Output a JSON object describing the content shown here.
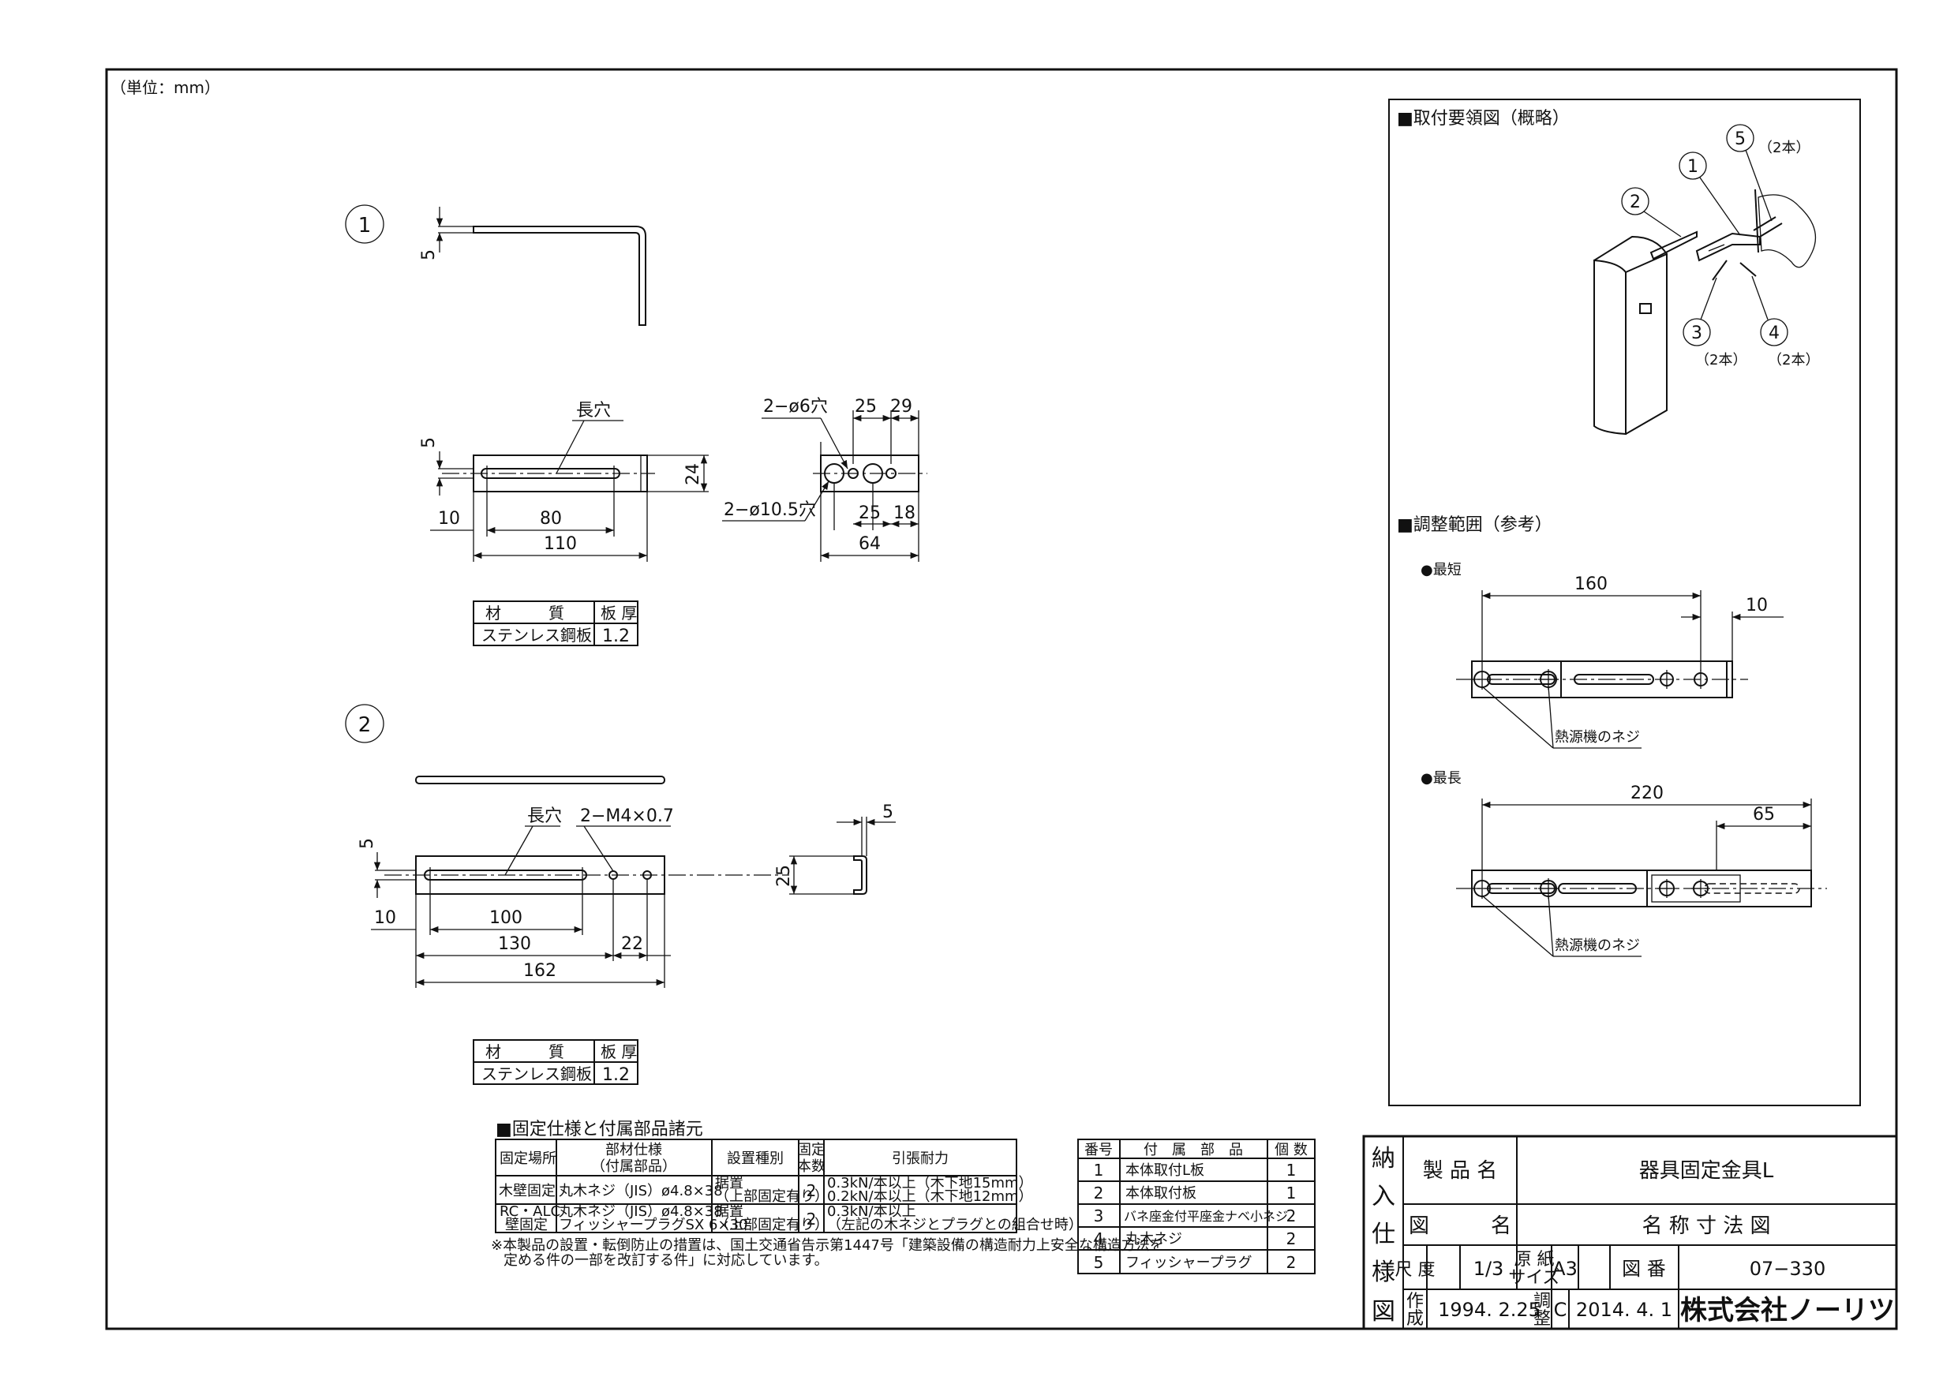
{
  "unit_note": "（単位：mm）",
  "part1": {
    "number": "1",
    "dims": {
      "top_thickness": "5",
      "side_thickness": "5",
      "slot_label": "長穴",
      "height": "24",
      "offset": "10",
      "slot_length": "80",
      "length": "110",
      "hole_small": "2−ø6穴",
      "hole_large": "2−ø10.5穴",
      "pitch1_top": "25",
      "pitch2_top": "29",
      "pitch1_bottom": "25",
      "pitch2_bottom": "18",
      "width": "64"
    },
    "material_table": {
      "h_material": "材　　　質",
      "h_thickness": "板 厚",
      "material": "ステンレス鋼板",
      "thickness": "1.2"
    }
  },
  "part2": {
    "number": "2",
    "dims": {
      "slot_label": "長穴",
      "thread": "2−M4×0.7",
      "side_thickness": "5",
      "flange": "5",
      "height": "25",
      "offset": "10",
      "slot_length": "100",
      "hole_dist": "130",
      "hole_pitch": "22",
      "length": "162"
    },
    "material_table": {
      "h_material": "材　　　質",
      "h_thickness": "板 厚",
      "material": "ステンレス鋼板",
      "thickness": "1.2"
    }
  },
  "fixing_spec": {
    "title": "■固定仕様と付属部品諸元",
    "headers": [
      "固定場所",
      "部材仕様",
      "（付属部品）",
      "設置種別",
      "固定",
      "本数",
      "引張耐力"
    ],
    "rows": [
      {
        "place": "木壁固定",
        "part1": "丸木ネジ（JIS）ø4.8×38",
        "part2": "",
        "type1": "据置",
        "type2": "（上部固定有り）",
        "count": "2",
        "load1": "0.3kN/本以上（木下地15mm）",
        "load2": "0.2kN/本以上（木下地12mm）"
      },
      {
        "place": "RC・ALC",
        "place2": "壁固定",
        "part1": "丸木ネジ（JIS）ø4.8×38",
        "part2": "フィッシャープラグSX 6×30",
        "type1": "据置",
        "type2": "（上部固定有り）",
        "count": "2",
        "load1": "0.3kN/本以上",
        "load2": "（左記の木ネジとプラグとの組合せ時）"
      }
    ],
    "note1": "※本製品の設置・転倒防止の措置は、国土交通省告示第1447号「建築設備の構造耐力上安全な構造方法を",
    "note2": "定める件の一部を改訂する件」に対応しています。"
  },
  "parts_list": {
    "headers": [
      "番号",
      "付　属　部　品",
      "個 数"
    ],
    "rows": [
      {
        "no": "1",
        "name": "本体取付L板",
        "qty": "1"
      },
      {
        "no": "2",
        "name": "本体取付板",
        "qty": "1"
      },
      {
        "no": "3",
        "name": "バネ座金付平座金ナベ小ネジ",
        "qty": "2"
      },
      {
        "no": "4",
        "name": "丸木ネジ",
        "qty": "2"
      },
      {
        "no": "5",
        "name": "フィッシャープラグ",
        "qty": "2"
      }
    ]
  },
  "install": {
    "title": "■取付要領図（概略）",
    "callouts": [
      "1",
      "2",
      "3",
      "4",
      "5"
    ],
    "qty_5": "（2本）",
    "qty_3": "（2本）",
    "qty_4": "（2本）"
  },
  "adjust": {
    "title": "■調整範囲（参考）",
    "shortest": {
      "label": "●最短",
      "total": "160",
      "offset": "10",
      "screw": "熱源機のネジ"
    },
    "longest": {
      "label": "●最長",
      "total": "220",
      "offset": "65",
      "screw": "熱源機のネジ"
    }
  },
  "title_block": {
    "side": [
      "納",
      "入",
      "仕",
      "様",
      "図"
    ],
    "product_label": "製 品 名",
    "product": "器具固定金具L",
    "drawing_label": "図　　　名",
    "drawing": "名 称 寸 法 図",
    "scale_label": "尺 度",
    "scale": "1/3",
    "paper_label1": "原 紙",
    "paper_label2": "サイズ",
    "paper": "A3",
    "no_label": "図 番",
    "no": "07−330",
    "made_label1": "作",
    "made_label2": "成",
    "made": "1994. 2.25",
    "rev_label1": "調",
    "rev_label2": "整",
    "rev": "C",
    "rev_date": "2014. 4. 1",
    "company": "株式会社ノーリツ"
  }
}
